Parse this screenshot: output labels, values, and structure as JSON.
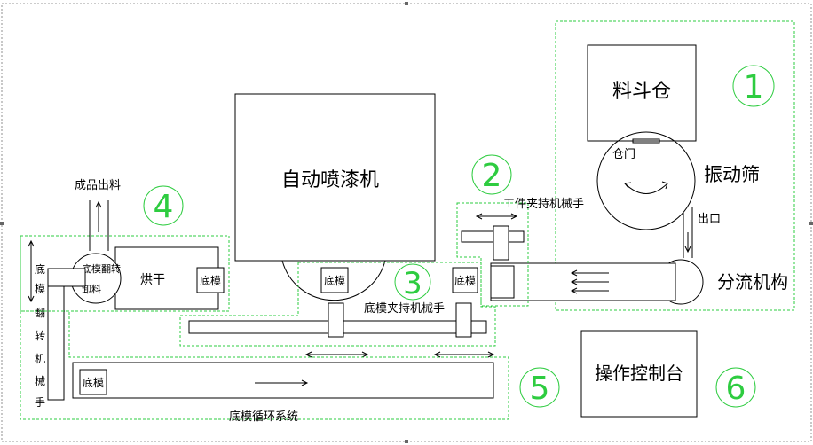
{
  "labels": {
    "hopper": "料斗仓",
    "gate": "仓门",
    "vibrating_screen": "振动筛",
    "outlet": "出口",
    "diverter": "分流机构",
    "workpiece_gripper": "工件夹持机械手",
    "spray_machine": "自动喷漆机",
    "mold_a": "底模",
    "mold_b": "底模",
    "mold_c": "底模",
    "mold_d": "底模",
    "mold_gripper": "底模夹持机械手",
    "finished_output": "成品出料",
    "mold_flip_unload_1": "底模翻转",
    "mold_flip_unload_2": "卸料",
    "dryer": "烘干",
    "mold_flip_robot": [
      "底",
      "模",
      "翻",
      "转",
      "机",
      "械",
      "手"
    ],
    "mold_cycle_system": "底模循环系统",
    "console": "操作控制台"
  },
  "section_numbers": [
    "1",
    "2",
    "3",
    "4",
    "5",
    "6"
  ],
  "colors": {
    "section_outline": "#2ecc40",
    "line": "#000000"
  }
}
